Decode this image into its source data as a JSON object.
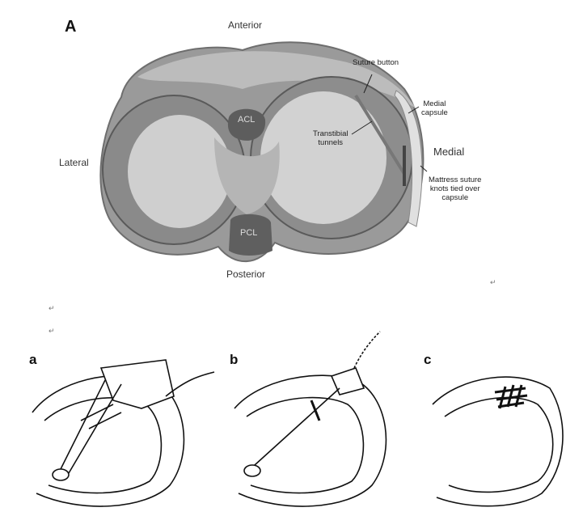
{
  "figure_a": {
    "panel_label": "A",
    "orientation": {
      "anterior": "Anterior",
      "posterior": "Posterior",
      "lateral": "Lateral",
      "medial": "Medial"
    },
    "structures": {
      "acl": "ACL",
      "pcl": "PCL"
    },
    "callouts": {
      "suture_button": "Suture button",
      "medial_capsule": [
        "Medial",
        "capsule"
      ],
      "transtibial_tunnels": [
        "Transtibial",
        "tunnels"
      ],
      "mattress_suture": [
        "Mattress suture",
        "knots tied over",
        "capsule"
      ]
    }
  },
  "paragraph_marks": [
    "↵",
    "↵",
    "↵"
  ],
  "sketches": {
    "a": "a",
    "b": "b",
    "c": "c"
  }
}
